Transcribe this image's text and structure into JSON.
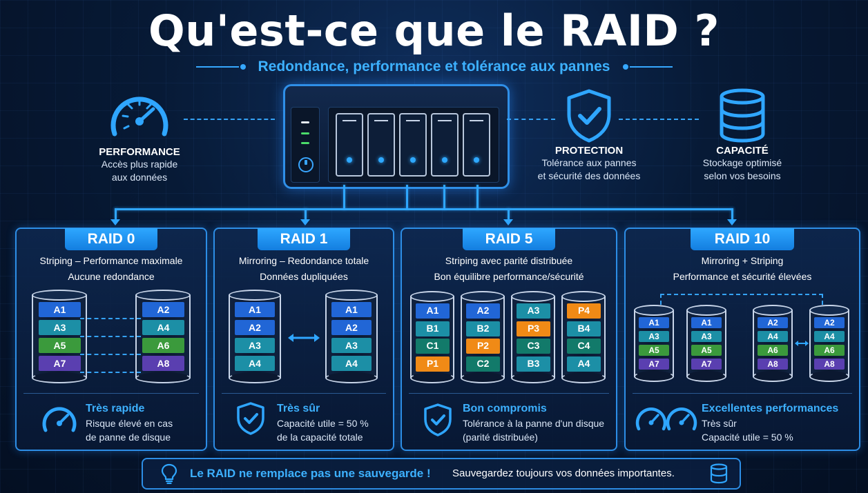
{
  "title": "Qu'est-ce que le RAID ?",
  "subtitle": "Redondance, performance et tolérance aux pannes",
  "features": [
    {
      "id": "performance",
      "title": "PERFORMANCE",
      "desc": [
        "Accès plus rapide",
        "aux données"
      ],
      "icon": "speedometer-icon"
    },
    {
      "id": "protection",
      "title": "PROTECTION",
      "desc": [
        "Tolérance aux pannes",
        "et sécurité des données"
      ],
      "icon": "shield-check-icon"
    },
    {
      "id": "capacite",
      "title": "CAPACITÉ",
      "desc": [
        "Stockage optimisé",
        "selon vos besoins"
      ],
      "icon": "database-icon"
    }
  ],
  "colors": {
    "accent": "#2fa6ff",
    "blue_block": "#2166d6",
    "teal_block": "#1c8fa6",
    "green_block": "#3b9a3c",
    "purple_block": "#5a3fb0",
    "orange_block": "#f08a16",
    "dark_teal_block": "#127a6a"
  },
  "raids": [
    {
      "label": "RAID 0",
      "line1": "Striping – Performance maximale",
      "line2": "Aucune redondance",
      "disks": [
        [
          "A1",
          "A3",
          "A5",
          "A7"
        ],
        [
          "A2",
          "A4",
          "A6",
          "A8"
        ]
      ],
      "bottom_title": "Très rapide",
      "bottom_desc": [
        "Risque élevé en cas",
        "de panne de disque"
      ],
      "icon": "speedometer-icon"
    },
    {
      "label": "RAID 1",
      "line1": "Mirroring – Redondance totale",
      "line2": "Données dupliquées",
      "disks": [
        [
          "A1",
          "A2",
          "A3",
          "A4"
        ],
        [
          "A1",
          "A2",
          "A3",
          "A4"
        ]
      ],
      "bottom_title": "Très sûr",
      "bottom_desc": [
        "Capacité utile = 50 %",
        "de la capacité totale"
      ],
      "icon": "shield-check-icon"
    },
    {
      "label": "RAID 5",
      "line1": "Striping avec parité distribuée",
      "line2": "Bon équilibre performance/sécurité",
      "disks": [
        [
          "A1",
          "B1",
          "C1",
          "P1"
        ],
        [
          "A2",
          "B2",
          "P2",
          "C2"
        ],
        [
          "A3",
          "P3",
          "C3",
          "B3"
        ],
        [
          "P4",
          "B4",
          "C4",
          "A4"
        ]
      ],
      "bottom_title": "Bon compromis",
      "bottom_desc": [
        "Tolérance à la panne d'un disque",
        "(parité distribuée)"
      ],
      "icon": "shield-check-icon"
    },
    {
      "label": "RAID 10",
      "line1": "Mirroring + Striping",
      "line2": "Performance et sécurité élevées",
      "disks": [
        [
          "A1",
          "A3",
          "A5",
          "A7"
        ],
        [
          "A1",
          "A3",
          "A5",
          "A7"
        ],
        [
          "A2",
          "A4",
          "A6",
          "A8"
        ],
        [
          "A2",
          "A4",
          "A6",
          "A8"
        ]
      ],
      "bottom_title": "Excellentes performances",
      "bottom_desc": [
        "Très sûr",
        "Capacité utile = 50 %"
      ],
      "icon": "double-speedometer-icon"
    }
  ],
  "banner": {
    "title": "Le RAID ne remplace pas une sauvegarde !",
    "desc": "Sauvegardez toujours vos données importantes.",
    "icon_left": "lightbulb-icon",
    "icon_right": "database-icon"
  }
}
